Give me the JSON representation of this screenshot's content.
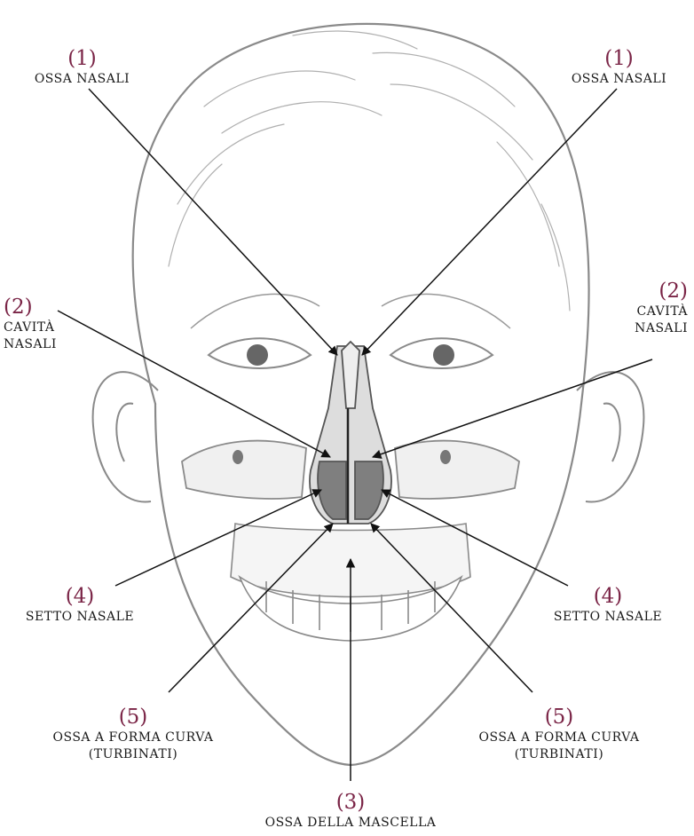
{
  "colors": {
    "number": "#7a2446",
    "line": "#8a8a8a",
    "dark": "#2a2a2a",
    "cavity": "#7f7f7f"
  },
  "labels": {
    "nasal_left": {
      "num": "(1)",
      "line1": "OSSA NASALI"
    },
    "nasal_right": {
      "num": "(1)",
      "line1": "OSSA NASALI"
    },
    "cavity_left": {
      "num": "(2)",
      "line1": "CAVITÀ",
      "line2": "NASALI"
    },
    "cavity_right": {
      "num": "(2)",
      "line1": "CAVITÀ",
      "line2": "NASALI"
    },
    "septum_left": {
      "num": "(4)",
      "line1": "SETTO NASALE"
    },
    "septum_right": {
      "num": "(4)",
      "line1": "SETTO NASALE"
    },
    "turb_left": {
      "num": "(5)",
      "line1": "OSSA A FORMA CURVA",
      "line2": "(TURBINATI)"
    },
    "turb_right": {
      "num": "(5)",
      "line1": "OSSA A FORMA CURVA",
      "line2": "(TURBINATI)"
    },
    "maxilla": {
      "num": "(3)",
      "line1": "OSSA DELLA MASCELLA"
    }
  }
}
